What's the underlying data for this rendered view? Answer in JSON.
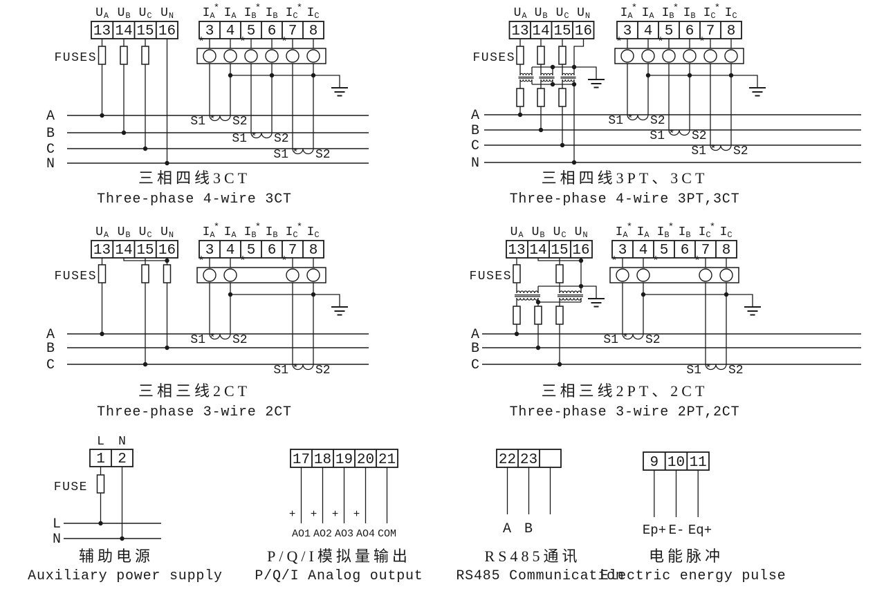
{
  "shared": {
    "voltage_terminals": [
      "13",
      "14",
      "15",
      "16"
    ],
    "current_terminals": [
      "3",
      "4",
      "5",
      "6",
      "7",
      "8"
    ],
    "voltage_labels": [
      {
        "base": "U",
        "sub": "A"
      },
      {
        "base": "U",
        "sub": "B"
      },
      {
        "base": "U",
        "sub": "C"
      },
      {
        "base": "U",
        "sub": "N"
      }
    ],
    "current_labels": [
      {
        "base": "I",
        "sub": "A",
        "star": "*"
      },
      {
        "base": "I",
        "sub": "A"
      },
      {
        "base": "I",
        "sub": "B",
        "star": "*"
      },
      {
        "base": "I",
        "sub": "B"
      },
      {
        "base": "I",
        "sub": "C",
        "star": "*"
      },
      {
        "base": "I",
        "sub": "C"
      }
    ],
    "fuses_label": "FUSES",
    "polarity_star": "*",
    "ct_s1": "S1",
    "ct_s2": "S2",
    "phases_4wire": [
      "A",
      "B",
      "C",
      "N"
    ],
    "phases_3wire": [
      "A",
      "B",
      "C"
    ],
    "colors": {
      "ink": "#1a1a1a",
      "background": "#ffffff"
    }
  },
  "diagrams": {
    "four_wire_3ct": {
      "title_zh": "三相四线3CT",
      "title_en": "Three-phase 4-wire 3CT"
    },
    "four_wire_3pt_3ct": {
      "title_zh": "三相四线3PT、3CT",
      "title_en": "Three-phase 4-wire 3PT,3CT"
    },
    "three_wire_2ct": {
      "title_zh": "三相三线2CT",
      "title_en": "Three-phase 3-wire 2CT"
    },
    "three_wire_2pt_2ct": {
      "title_zh": "三相三线2PT、2CT",
      "title_en": "Three-phase 3-wire 2PT,2CT"
    },
    "aux_power": {
      "title_zh": "辅助电源",
      "title_en": "Auxiliary power supply",
      "terminals": [
        "1",
        "2"
      ],
      "terminal_labels": [
        "L",
        "N"
      ],
      "line_labels": [
        "L",
        "N"
      ],
      "fuse_label": "FUSE"
    },
    "analog_output": {
      "title_zh": "P/Q/I模拟量输出",
      "title_en": "P/Q/I Analog output",
      "terminals": [
        "17",
        "18",
        "19",
        "20",
        "21"
      ],
      "plus": "+",
      "wire_labels": [
        "AO1",
        "AO2",
        "AO3",
        "AO4",
        "COM"
      ]
    },
    "rs485": {
      "title_zh": "RS485通讯",
      "title_en": "RS485 Communication",
      "terminals": [
        "22",
        "23"
      ],
      "wire_labels": [
        "A",
        "B"
      ]
    },
    "energy_pulse": {
      "title_zh": "电能脉冲",
      "title_en": "Electric energy pulse",
      "terminals": [
        "9",
        "10",
        "11"
      ],
      "wire_labels": [
        "Ep+",
        "E-",
        "Eq+"
      ]
    }
  }
}
